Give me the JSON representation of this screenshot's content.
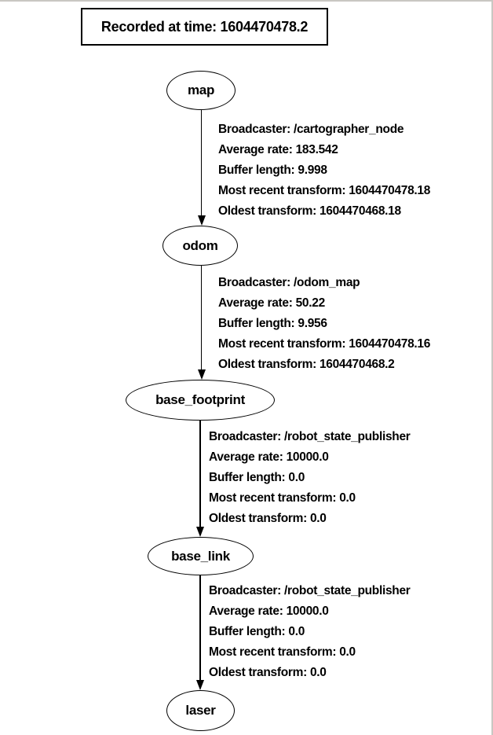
{
  "title_box": {
    "label": "Recorded at time: 1604470478.2"
  },
  "tree": {
    "nodes": [
      {
        "id": "map",
        "label": "map"
      },
      {
        "id": "odom",
        "label": "odom"
      },
      {
        "id": "base_footprint",
        "label": "base_footprint"
      },
      {
        "id": "base_link",
        "label": "base_link"
      },
      {
        "id": "laser",
        "label": "laser"
      }
    ],
    "edges": [
      {
        "from": "map",
        "to": "odom",
        "lines": [
          "Broadcaster: /cartographer_node",
          "Average rate: 183.542",
          "Buffer length: 9.998",
          "Most recent transform: 1604470478.18",
          "Oldest transform: 1604470468.18"
        ]
      },
      {
        "from": "odom",
        "to": "base_footprint",
        "lines": [
          "Broadcaster: /odom_map",
          "Average rate: 50.22",
          "Buffer length: 9.956",
          "Most recent transform: 1604470478.16",
          "Oldest transform: 1604470468.2"
        ]
      },
      {
        "from": "base_footprint",
        "to": "base_link",
        "lines": [
          "Broadcaster: /robot_state_publisher",
          "Average rate: 10000.0",
          "Buffer length: 0.0",
          "Most recent transform: 0.0",
          "Oldest transform: 0.0"
        ]
      },
      {
        "from": "base_link",
        "to": "laser",
        "lines": [
          "Broadcaster: /robot_state_publisher",
          "Average rate: 10000.0",
          "Buffer length: 0.0",
          "Most recent transform: 0.0",
          "Oldest transform: 0.0"
        ]
      }
    ]
  },
  "colors": {
    "background": "#ffffff",
    "stroke": "#000000",
    "frame_border": "#c9c7c2"
  }
}
